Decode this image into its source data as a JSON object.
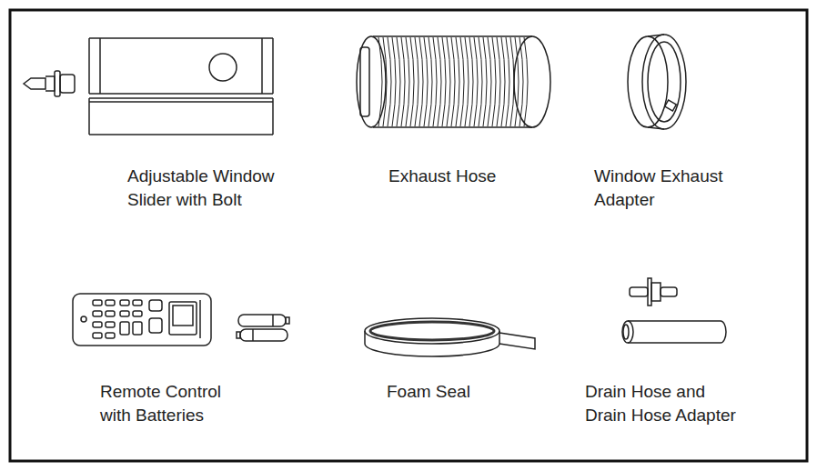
{
  "diagram": {
    "labels": [
      "Adjustable Window Slider with Bolt",
      "Exhaust Hose",
      "Window Exhaust Adapter",
      "Remote Control with Batteries",
      "Foam Seal",
      "Drain Hose and Drain Hose Adapter"
    ]
  }
}
